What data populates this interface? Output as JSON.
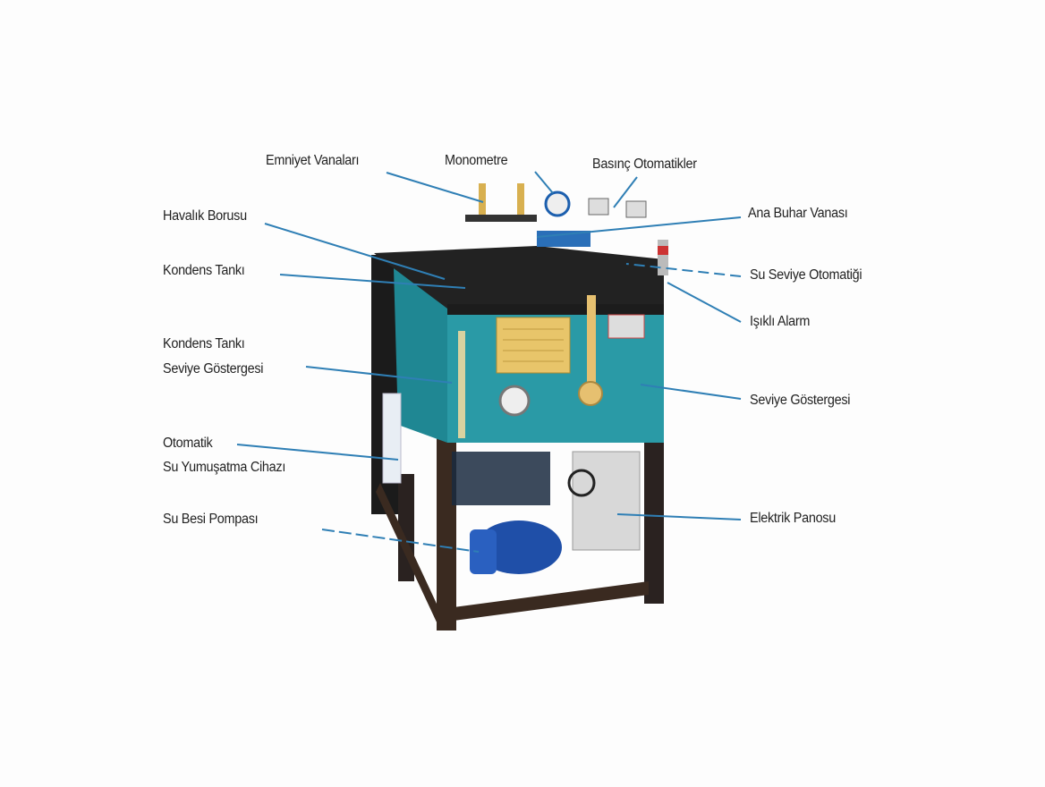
{
  "labels": {
    "emniyet_vanalari": "Emniyet Vanaları",
    "monometre": "Monometre",
    "basinc_otomatikler": "Basınç Otomatikler",
    "ana_buhar_vanasi": "Ana Buhar Vanası",
    "havalik_borusu": "Havalık Borusu",
    "kondens_tanki": "Kondens Tankı",
    "su_seviye_otomatigi": "Su Seviye Otomatiği",
    "isikli_alarm": "Işıklı Alarm",
    "kondens_seviye_line1": "Kondens Tankı",
    "kondens_seviye_line2": "Seviye Göstergesi",
    "seviye_gostergesi": "Seviye Göstergesi",
    "yumusatma_line1": "Otomatik",
    "yumusatma_line2": "Su Yumuşatma Cihazı",
    "su_besi_pompasi": "Su Besi Pompası",
    "elektrik_panosu": "Elektrik Panosu"
  },
  "colors": {
    "boiler_body": "#2a9aa6",
    "frame": "#1a1a1a",
    "pump": "#1f4fa8",
    "leader_line": "#2f7fb5"
  }
}
